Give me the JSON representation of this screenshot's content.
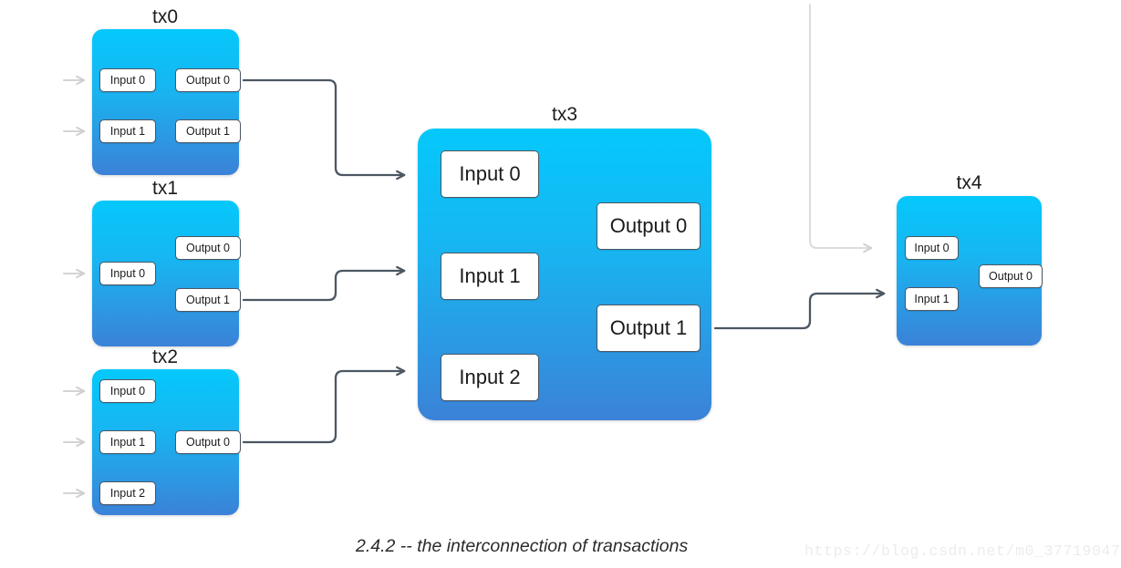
{
  "caption": "2.4.2 -- the interconnection of transactions",
  "watermark": "https://blog.csdn.net/m0_37719047",
  "colors": {
    "box_gradient_top": "#05c8fb",
    "box_gradient_bottom": "#3b82d8",
    "chip_border": "#4c5762",
    "chip_fill": "#ffffff",
    "wire_dark": "#4c5762",
    "wire_light": "#d4d4d4",
    "background": "#ffffff"
  },
  "transactions": [
    {
      "id": "tx0",
      "title": "tx0",
      "inputs": [
        {
          "label": "Input 0"
        },
        {
          "label": "Input 1"
        }
      ],
      "outputs": [
        {
          "label": "Output 0"
        },
        {
          "label": "Output 1"
        }
      ]
    },
    {
      "id": "tx1",
      "title": "tx1",
      "inputs": [
        {
          "label": "Input 0"
        }
      ],
      "outputs": [
        {
          "label": "Output 0"
        },
        {
          "label": "Output 1"
        }
      ]
    },
    {
      "id": "tx2",
      "title": "tx2",
      "inputs": [
        {
          "label": "Input 0"
        },
        {
          "label": "Input 1"
        },
        {
          "label": "Input 2"
        }
      ],
      "outputs": [
        {
          "label": "Output 0"
        }
      ]
    },
    {
      "id": "tx3",
      "title": "tx3",
      "inputs": [
        {
          "label": "Input 0"
        },
        {
          "label": "Input 1"
        },
        {
          "label": "Input 2"
        }
      ],
      "outputs": [
        {
          "label": "Output 0"
        },
        {
          "label": "Output 1"
        }
      ]
    },
    {
      "id": "tx4",
      "title": "tx4",
      "inputs": [
        {
          "label": "Input 0"
        },
        {
          "label": "Input 1"
        }
      ],
      "outputs": [
        {
          "label": "Output 0"
        }
      ]
    }
  ],
  "connections": [
    {
      "from": "tx0.Output 0",
      "to": "tx3.Input 0",
      "style": "dark"
    },
    {
      "from": "tx1.Output 1",
      "to": "tx3.Input 1",
      "style": "dark"
    },
    {
      "from": "tx2.Output 0",
      "to": "tx3.Input 2",
      "style": "dark"
    },
    {
      "from": "tx3.Output 1",
      "to": "tx4.Input 1",
      "style": "dark"
    },
    {
      "from": "external",
      "to": "tx4.Input 0",
      "style": "light"
    },
    {
      "from": "external",
      "to": "tx0.Input 0",
      "style": "light"
    },
    {
      "from": "external",
      "to": "tx0.Input 1",
      "style": "light"
    },
    {
      "from": "external",
      "to": "tx1.Input 0",
      "style": "light"
    },
    {
      "from": "external",
      "to": "tx2.Input 0",
      "style": "light"
    },
    {
      "from": "external",
      "to": "tx2.Input 1",
      "style": "light"
    },
    {
      "from": "external",
      "to": "tx2.Input 2",
      "style": "light"
    }
  ]
}
